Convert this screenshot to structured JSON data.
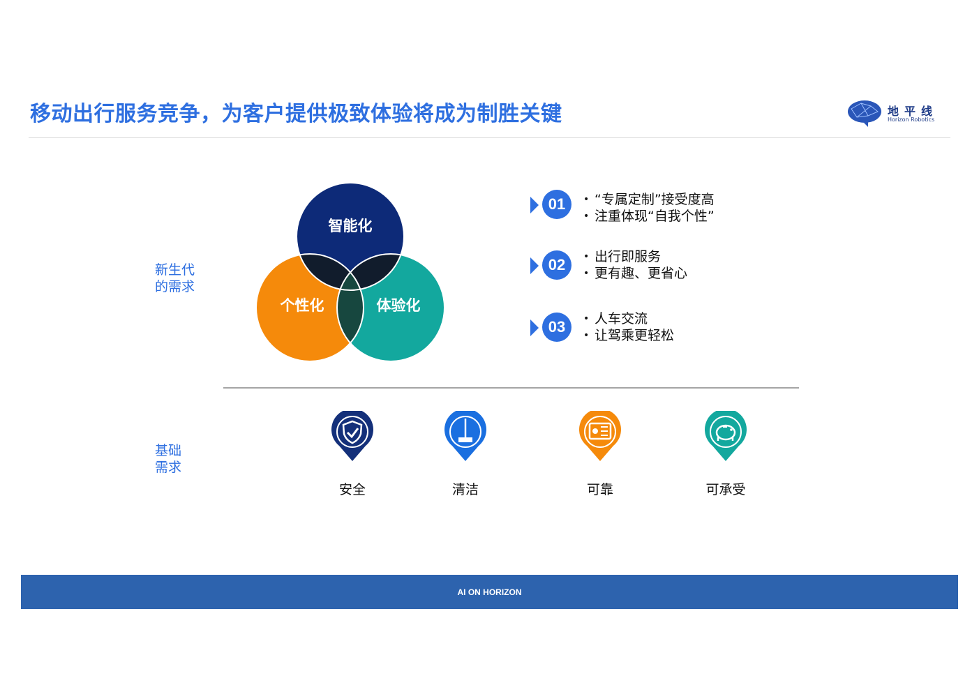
{
  "title": "移动出行服务竞争，为客户提供极致体验将成为制胜关键",
  "logo": {
    "name_cn": "地平线",
    "name_en": "Horizon Robotics",
    "icon": "brain-icon"
  },
  "new_gen": {
    "label_line1": "新生代",
    "label_line2": "的需求",
    "venn": {
      "top": "智能化",
      "left": "个性化",
      "right": "体验化",
      "colors": {
        "top": "#0d2a78",
        "left": "#f58a0b",
        "right": "#13a89e",
        "overlap": "#111c2c",
        "center": "#17473f"
      }
    },
    "items": [
      {
        "num": "01",
        "lines": [
          "“专属定制”接受度高",
          "注重体现“自我个性”"
        ]
      },
      {
        "num": "02",
        "lines": [
          "出行即服务",
          "更有趣、更省心"
        ]
      },
      {
        "num": "03",
        "lines": [
          "人车交流",
          "让驾乘更轻松"
        ]
      }
    ]
  },
  "basic": {
    "label_line1": "基础",
    "label_line2": "需求",
    "icons": [
      {
        "label": "安全",
        "icon": "shield-icon",
        "color": "#14307a"
      },
      {
        "label": "清洁",
        "icon": "broom-icon",
        "color": "#1a6fe0"
      },
      {
        "label": "可靠",
        "icon": "safe-box-icon",
        "color": "#f58a0b"
      },
      {
        "label": "可承受",
        "icon": "piggy-bank-icon",
        "color": "#13a89e"
      }
    ]
  },
  "accent_color": "#2e6fe0",
  "footer": {
    "text": "AI ON HORIZON",
    "color": "#2d63ae"
  }
}
